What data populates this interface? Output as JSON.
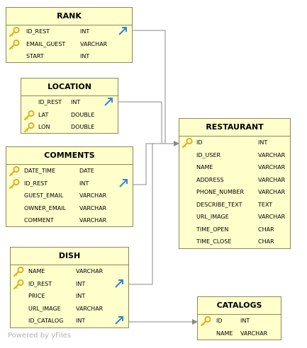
{
  "tables": {
    "rank": {
      "title": "RANK",
      "fields": [
        {
          "name": "ID_REST",
          "type": "INT",
          "key": true,
          "link": true
        },
        {
          "name": "EMAIL_GUEST",
          "type": "VARCHAR",
          "key": true,
          "link": false
        },
        {
          "name": "START",
          "type": "INT",
          "key": false,
          "link": false
        }
      ]
    },
    "location": {
      "title": "LOCATION",
      "fields": [
        {
          "name": "ID_REST",
          "type": "INT",
          "key": false,
          "link": true
        },
        {
          "name": "LAT",
          "type": "DOUBLE",
          "key": true,
          "link": false
        },
        {
          "name": "LON",
          "type": "DOUBLE",
          "key": true,
          "link": false
        }
      ]
    },
    "comments": {
      "title": "COMMENTS",
      "fields": [
        {
          "name": "DATE_TIME",
          "type": "DATE",
          "key": true,
          "link": false
        },
        {
          "name": "ID_REST",
          "type": "INT",
          "key": true,
          "link": true
        },
        {
          "name": "GUEST_EMAIL",
          "type": "VARCHAR",
          "key": false,
          "link": false
        },
        {
          "name": "OWNER_EMAIL",
          "type": "VARCHAR",
          "key": false,
          "link": false
        },
        {
          "name": "COMMENT",
          "type": "VARCHAR",
          "key": false,
          "link": false
        }
      ]
    },
    "dish": {
      "title": "DISH",
      "fields": [
        {
          "name": "NAME",
          "type": "VARCHAR",
          "key": true,
          "link": false
        },
        {
          "name": "ID_REST",
          "type": "INT",
          "key": true,
          "link": true
        },
        {
          "name": "PRICE",
          "type": "INT",
          "key": false,
          "link": false
        },
        {
          "name": "URL_IMAGE",
          "type": "VARCHAR",
          "key": false,
          "link": false
        },
        {
          "name": "ID_CATALOG",
          "type": "INT",
          "key": false,
          "link": true
        }
      ]
    },
    "restaurant": {
      "title": "RESTAURANT",
      "fields": [
        {
          "name": "ID",
          "type": "INT",
          "key": true,
          "link": false
        },
        {
          "name": "ID_USER",
          "type": "VARCHAR",
          "key": false,
          "link": false
        },
        {
          "name": "NAME",
          "type": "VARCHAR",
          "key": false,
          "link": false
        },
        {
          "name": "ADDRESS",
          "type": "VARCHAR",
          "key": false,
          "link": false
        },
        {
          "name": "PHONE_NUMBER",
          "type": "VARCHAR",
          "key": false,
          "link": false
        },
        {
          "name": "DESCRIBE_TEXT",
          "type": "TEXT",
          "key": false,
          "link": false
        },
        {
          "name": "URL_IMAGE",
          "type": "VARCHAR",
          "key": false,
          "link": false
        },
        {
          "name": "TIME_OPEN",
          "type": "CHAR",
          "key": false,
          "link": false
        },
        {
          "name": "TIME_CLOSE",
          "type": "CHAR",
          "key": false,
          "link": false
        }
      ]
    },
    "catalogs": {
      "title": "CATALOGS",
      "fields": [
        {
          "name": "ID",
          "type": "INT",
          "key": true,
          "link": false
        },
        {
          "name": "NAME",
          "type": "VARCHAR",
          "key": false,
          "link": false
        }
      ]
    }
  },
  "colors": {
    "table_fill": "#ffffcc",
    "table_border": "#8a8a56",
    "edge": "#888888",
    "key_icon": "#e0b020",
    "link_icon": "#2f86d6"
  },
  "watermark": "Powered by yFiles"
}
